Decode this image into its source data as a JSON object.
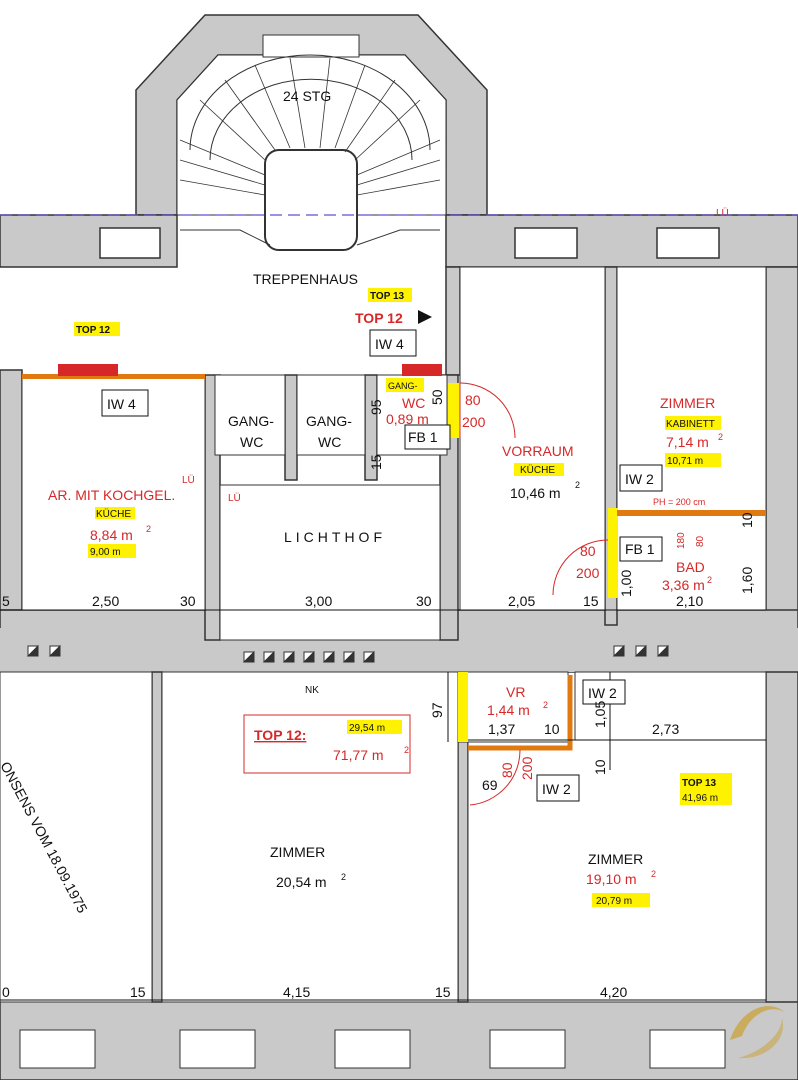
{
  "colors": {
    "wall": "#c9c9c9",
    "wall_edge": "#333333",
    "accent_red": "#d62828",
    "highlight_yellow": "#fff200",
    "orange": "#e07a10",
    "dash_purple": "#6a4bd0"
  },
  "stair": {
    "label": "24 STG",
    "hall": "TREPPENHAUS"
  },
  "tags": {
    "top13_small": "TOP 13",
    "top12_red": "TOP 12",
    "top12_small": "TOP 12",
    "iw4_a": "IW 4",
    "iw4_b": "IW 4",
    "iw2_a": "IW 2",
    "iw2_b": "IW 2",
    "iw2_c": "IW 2",
    "fb1_a": "FB 1",
    "fb1_b": "FB 1"
  },
  "rooms": {
    "ar_kochgel": {
      "name": "AR. MIT KOCHGEL.",
      "sub": "KÜCHE",
      "area": "8,84 m",
      "alt": "9,00 m"
    },
    "gang_wc_1": {
      "line1": "GANG-",
      "line2": "WC"
    },
    "gang_wc_2": {
      "line1": "GANG-",
      "line2": "WC"
    },
    "gang_wc_3": {
      "line1": "GANG-",
      "line2": "WC",
      "area": "0,89 m"
    },
    "lichthof": {
      "name": "LICHTHOF"
    },
    "vorraum": {
      "name": "VORRAUM",
      "sub": "KÜCHE",
      "area": "10,46 m"
    },
    "zimmer_kab": {
      "name": "ZIMMER",
      "sub": "KABINETT",
      "area": "7,14 m",
      "alt": "10,71 m"
    },
    "bad": {
      "name": "BAD",
      "area": "3,36 m",
      "ph": "PH = 200 cm"
    },
    "vr": {
      "name": "VR",
      "area": "1,44 m"
    },
    "zimmer_left": {
      "name": "ZIMMER",
      "area": "20,54 m"
    },
    "zimmer_right": {
      "name": "ZIMMER",
      "area": "19,10 m",
      "alt": "20,79 m"
    }
  },
  "summary": {
    "label": "TOP 12:",
    "area1": "29,54 m",
    "area2": "71,77 m"
  },
  "top13_total": {
    "label": "TOP 13",
    "area": "41,96 m"
  },
  "misc": {
    "nk": "NK",
    "lu1": "LÜ",
    "lu2": "LÜ",
    "lu3": "LÜ",
    "sq": "2",
    "konsens": "ONSENS VOM 18.09.1975"
  },
  "doors": {
    "d1_w": "80",
    "d1_h": "200",
    "d2_w": "80",
    "d2_h": "200",
    "d3_w": "80",
    "d3_h": "200"
  },
  "dims": {
    "r1": [
      "5",
      "2,50",
      "30",
      "3,00",
      "30",
      "2,05",
      "15",
      "2,10"
    ],
    "v1": "95",
    "v2": "50",
    "v3": "15",
    "v4": "1,00",
    "v5": "1,60",
    "v6": "10",
    "v7": "80",
    "v8": "180",
    "mid": [
      "97",
      "1,37",
      "10",
      "1,05",
      "2,73",
      "10",
      "69"
    ],
    "bottom": [
      "0",
      "15",
      "4,15",
      "15",
      "4,20"
    ]
  }
}
